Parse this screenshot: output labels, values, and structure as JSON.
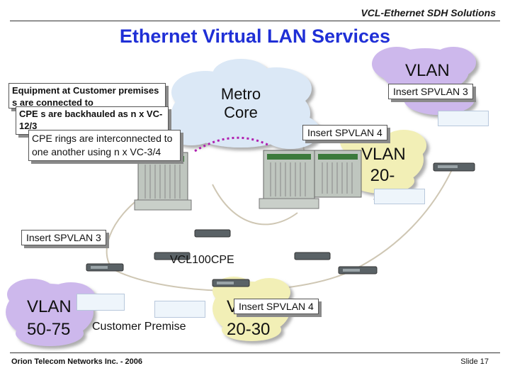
{
  "header": {
    "subtitle": "VCL-Ethernet SDH Solutions",
    "title": "Ethernet Virtual LAN Services"
  },
  "clouds": {
    "metro": {
      "line1": "Metro",
      "line2": "Core"
    },
    "vlan_top_right": {
      "line1": "VLAN"
    },
    "vlan_right": {
      "line1": "VLAN",
      "line2": "20-30"
    },
    "vlan_bottom_left": {
      "line1": "VLAN",
      "line2": "50-75"
    },
    "vlan_bottom_mid": {
      "line1": "V",
      "line2": "20-30"
    }
  },
  "callouts": {
    "customer_premises": "Equipment at Customer premises s are connected to",
    "backhauled": "CPE s are backhauled as n x VC-12/3",
    "rings": "CPE rings are interconnected to one another using n x VC-3/4"
  },
  "inserts": {
    "top_right": "Insert SPVLAN 3",
    "mid_right": "Insert SPVLAN 4",
    "left": "Insert SPVLAN 3",
    "bottom": "Insert SPVLAN 4"
  },
  "labels": {
    "cpe": "VCL100CPE",
    "customer_premise": "Customer Premise"
  },
  "footer": {
    "left": "Orion Telecom Networks Inc. - 2006",
    "right": "Slide 17"
  },
  "colors": {
    "title": "#1f2fd6",
    "metro_cloud": "#dbe8f6",
    "vlan_blue_cloud": "#c9ddf3",
    "vlan_purple_cloud": "#cdb8ec",
    "vlan_yellow_cloud": "#f2efb6",
    "ring_line": "#cfc7b4",
    "dotted_link": "#b020b0"
  }
}
